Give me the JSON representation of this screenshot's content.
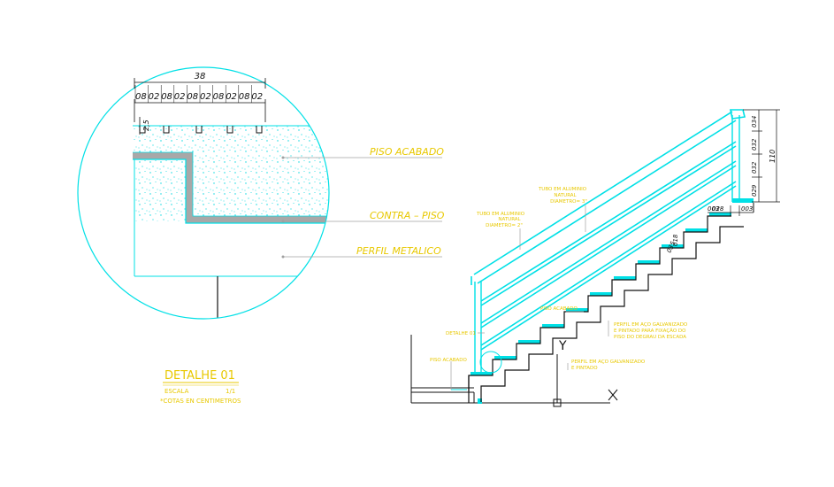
{
  "detail": {
    "dim_top": "38",
    "dim_segments": [
      "08",
      "02",
      "08",
      "02",
      "08",
      "02",
      "08",
      "02",
      "08",
      "02"
    ],
    "dim_side": "2,5"
  },
  "labels": {
    "piso_acabado": "PISO ACABADO",
    "contra_piso": "CONTRA – PISO",
    "perfil_metalico": "PERFIL METALICO"
  },
  "title_block": {
    "title": "DETALHE 01",
    "scale_label": "ESCALA",
    "scale_value": "1/1",
    "note": "*COTAS EN CENTIMETROS"
  },
  "stair": {
    "dims_right": [
      "034",
      "032",
      "032",
      "029"
    ],
    "dim_right_total": "110",
    "dims_bottom": [
      "003",
      "028",
      "003"
    ],
    "dim_step": "018",
    "dim_step2": "035",
    "notes": {
      "tubo_top_1": "TUBO EM ALUMINIO",
      "tubo_top_2": "NATURAL",
      "tubo_top_3": "DIAMETRO= 3\"",
      "tubo_left_1": "TUBO EM ALUMINIO",
      "tubo_left_2": "NATURAL",
      "tubo_left_3": "DIAMETRO= 2\"",
      "piso_acabado_step": "PISO ACABADO",
      "perfil_right_1": "PERFIL EM AÇO GALVANIZADO",
      "perfil_right_2": "E PINTADO PARA FIXAÇÃO DO",
      "perfil_right_3": "PISO DO DEGRAU DA ESCADA",
      "detalhe_ref": "DETALHE 01",
      "piso_acabado_floor": "PISO ACABADO",
      "perfil_bottom_1": "PERFIL EM AÇO GALVANIZADO",
      "perfil_bottom_2": "E PINTADO"
    },
    "axis_y": "Y",
    "axis_x": "X"
  },
  "colors": {
    "cyan": "#00e0e6",
    "yellow": "#e8c800",
    "gray": "#a8a8a8",
    "black": "#111111"
  }
}
